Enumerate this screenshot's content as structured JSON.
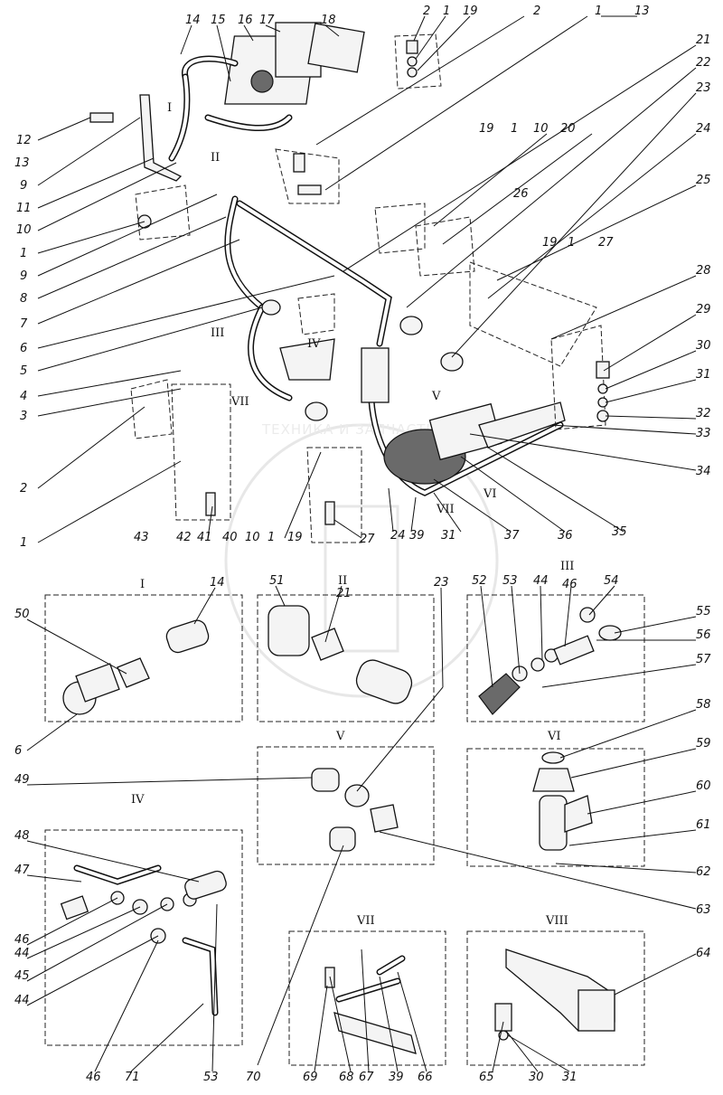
{
  "watermark": {
    "text": "ТЕХНИКА И ЗАПЧАСТИ"
  },
  "callouts_main": [
    "14",
    "15",
    "16",
    "17",
    "18",
    "2",
    "1",
    "19",
    "2",
    "1",
    "13",
    "21",
    "22",
    "23",
    "24",
    "25",
    "26",
    "27",
    "28",
    "29",
    "30",
    "31",
    "32",
    "33",
    "34",
    "35",
    "36",
    "37",
    "31",
    "39",
    "24",
    "27",
    "19",
    "1",
    "10",
    "40",
    "41",
    "42",
    "43",
    "1",
    "2",
    "3",
    "4",
    "5",
    "6",
    "7",
    "8",
    "9",
    "1",
    "10",
    "11",
    "9",
    "12",
    "13",
    "19",
    "1",
    "10",
    "20",
    "19",
    "1"
  ],
  "views": [
    {
      "roman": "I",
      "callouts": [
        "14",
        "50",
        "6"
      ]
    },
    {
      "roman": "II",
      "callouts": [
        "51",
        "21"
      ]
    },
    {
      "roman": "III",
      "callouts": [
        "52",
        "53",
        "44",
        "46",
        "54",
        "55",
        "56",
        "57"
      ]
    },
    {
      "roman": "IV",
      "callouts": [
        "48",
        "47",
        "46",
        "44",
        "45",
        "44",
        "46",
        "71",
        "53"
      ]
    },
    {
      "roman": "V",
      "callouts": [
        "23",
        "49",
        "63"
      ]
    },
    {
      "roman": "VI",
      "callouts": [
        "58",
        "59",
        "60",
        "61",
        "62"
      ]
    },
    {
      "roman": "VII",
      "callouts": [
        "69",
        "68",
        "67",
        "39",
        "66",
        "70"
      ]
    },
    {
      "roman": "VIII",
      "callouts": [
        "64",
        "65",
        "30",
        "31"
      ]
    }
  ],
  "main_markers": [
    "I",
    "II",
    "III",
    "IV",
    "V",
    "VI",
    "VII",
    "VII"
  ]
}
